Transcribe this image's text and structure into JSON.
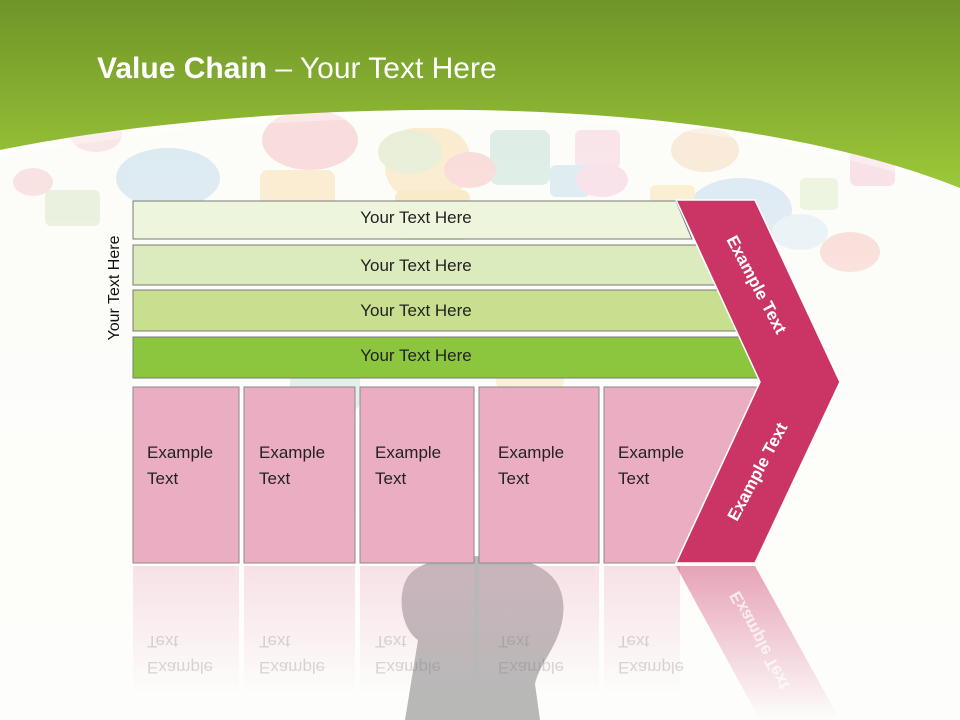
{
  "slide": {
    "title_bold": "Value Chain",
    "title_rest": " – Your Text Here",
    "side_label": "Your Text Here"
  },
  "rows": [
    {
      "label": "Your Text Here",
      "color": "#eef5dd"
    },
    {
      "label": "Your Text Here",
      "color": "#dcebbe"
    },
    {
      "label": "Your Text Here",
      "color": "#c7df8e"
    },
    {
      "label": "Your Text Here",
      "color": "#8cc63f"
    }
  ],
  "columns": [
    {
      "line1": "Example",
      "line2": "Text"
    },
    {
      "line1": "Example",
      "line2": "Text"
    },
    {
      "line1": "Example",
      "line2": "Text"
    },
    {
      "line1": "Example",
      "line2": "Text"
    },
    {
      "line1": "Example",
      "line2": "Text"
    }
  ],
  "chevron": {
    "upper_label": "Example Text",
    "lower_label": "Example Text",
    "color": "#cb3565"
  },
  "colors": {
    "header_green": "#8bbd2c",
    "column_pink": "#ebadc2"
  },
  "icons": [
    "speech-bubble-icon",
    "head-silhouette-icon"
  ]
}
